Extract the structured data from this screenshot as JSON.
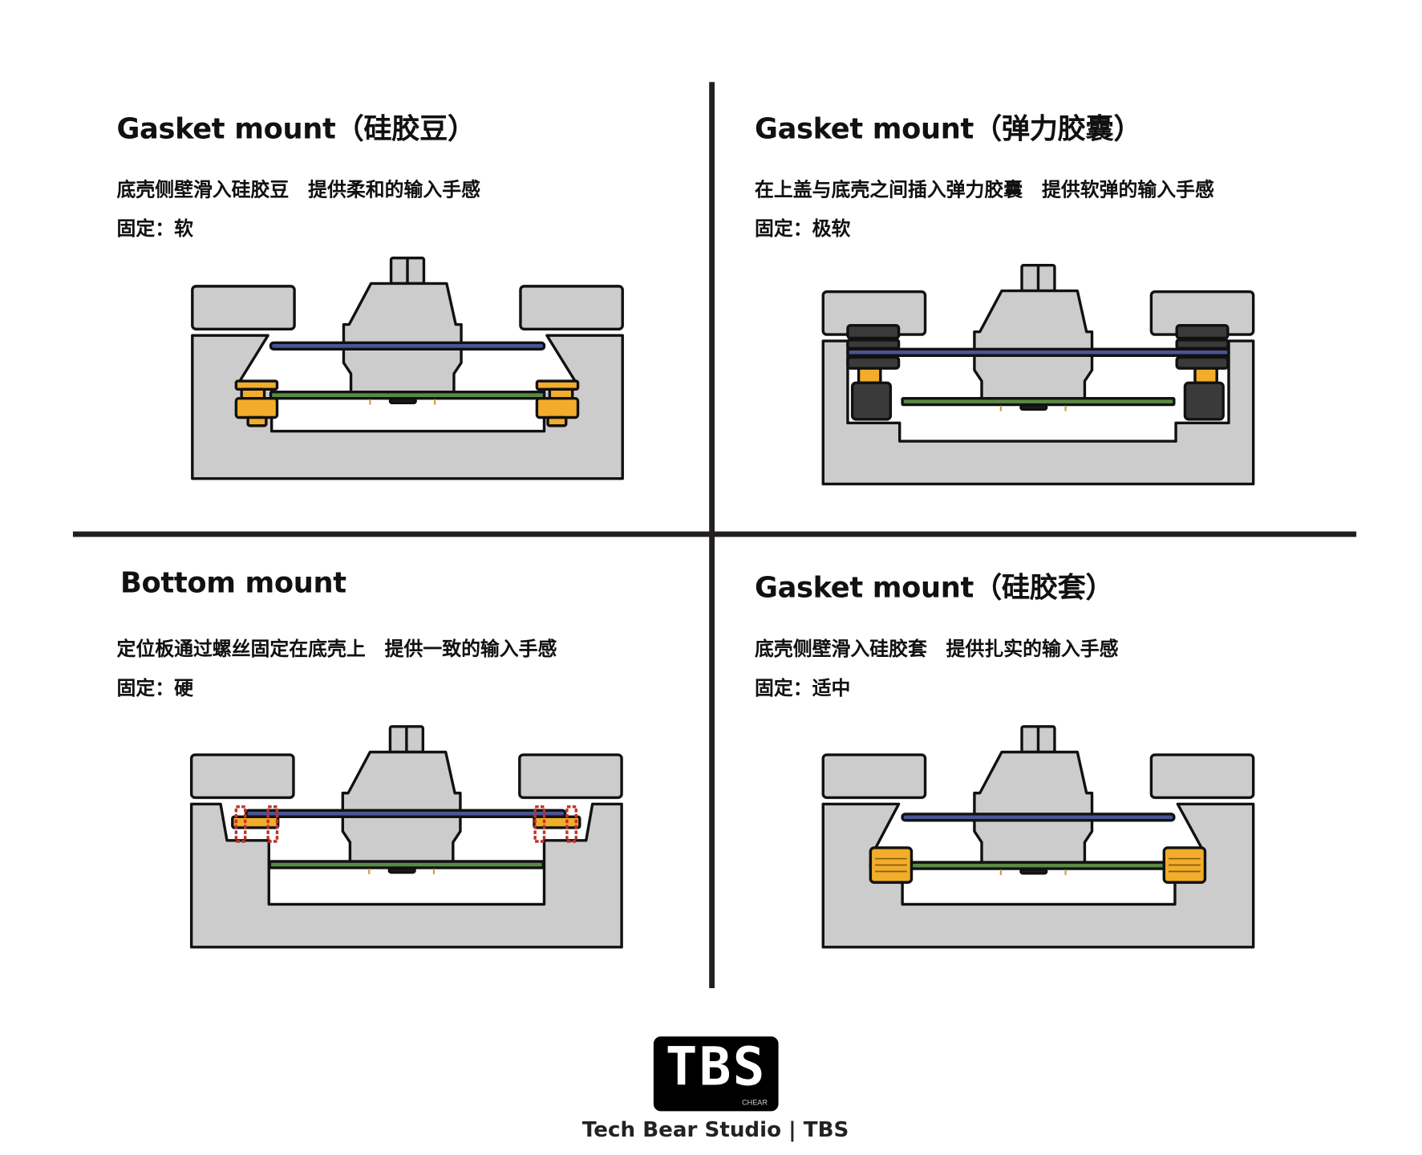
{
  "panels": [
    {
      "title": "Gasket mount（硅胶豆）",
      "description": "底壳侧壁滑入硅胶豆　提供柔和的输入手感",
      "fixing": "固定：软",
      "variant": "silicone-bean"
    },
    {
      "title": "Gasket mount（弹力胶囊）",
      "description": "在上盖与底壳之间插入弹力胶囊　提供软弹的输入手感",
      "fixing": "固定：极软",
      "variant": "elastic-capsule"
    },
    {
      "title": "Bottom mount",
      "description": "定位板通过螺丝固定在底壳上　提供一致的输入手感",
      "fixing": "固定：硬",
      "variant": "bottom-mount"
    },
    {
      "title": "Gasket mount（硅胶套）",
      "description": "底壳侧壁滑入硅胶套　提供扎实的输入手感",
      "fixing": "固定：适中",
      "variant": "silicone-sleeve"
    }
  ],
  "logo": {
    "mark": "TBS",
    "sub": "CHEAR"
  },
  "brand": "Tech Bear Studio | TBS",
  "colors": {
    "case": "#cccccc",
    "outline": "#111111",
    "plate": "#4a5597",
    "pcb": "#5a8a45",
    "gasket": "#f2ad2a",
    "dark_gasket": "#3a3a3a",
    "screw": "#c0302a",
    "divider": "#231f20"
  }
}
